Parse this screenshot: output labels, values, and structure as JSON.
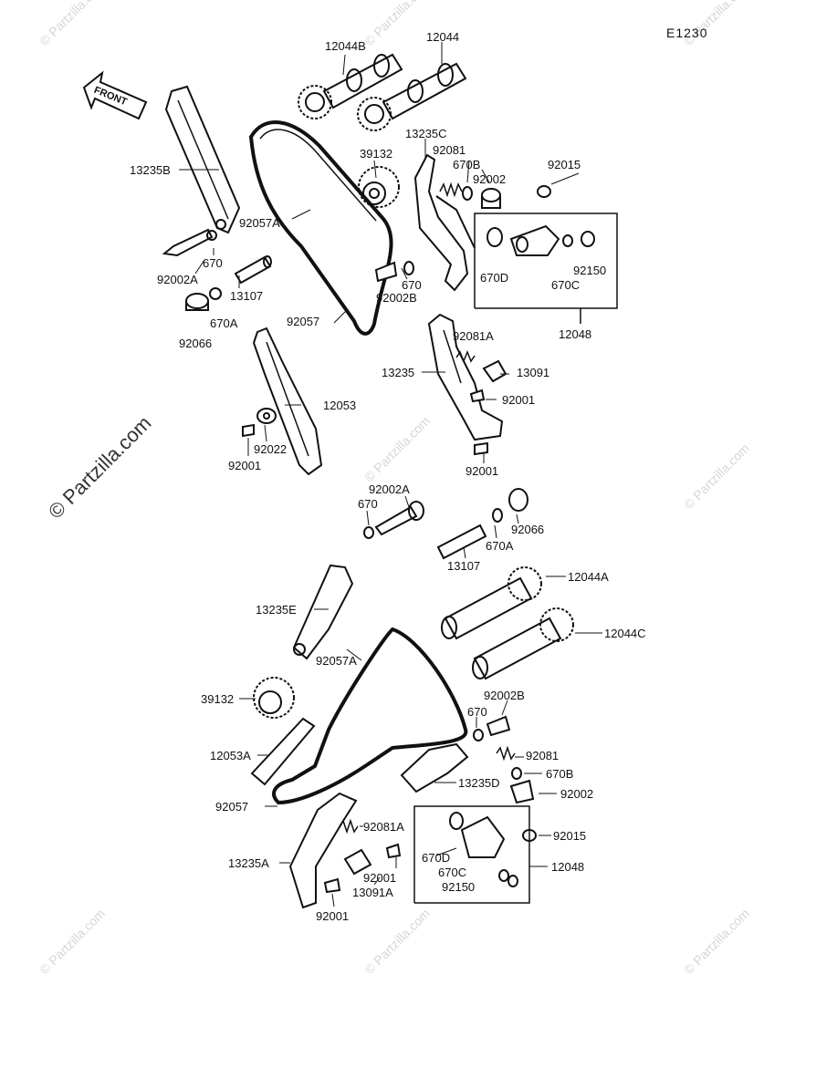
{
  "diagram": {
    "code": "E1230",
    "front_label": "FRONT",
    "watermark_text": "© Partzilla.com",
    "big_watermark_text": "© Partzilla.com",
    "labels": [
      {
        "id": "l-12044B",
        "text": "12044B"
      },
      {
        "id": "l-12044",
        "text": "12044"
      },
      {
        "id": "l-13235B",
        "text": "13235B"
      },
      {
        "id": "l-39132-top",
        "text": "39132"
      },
      {
        "id": "l-13235C",
        "text": "13235C"
      },
      {
        "id": "l-92081",
        "text": "92081"
      },
      {
        "id": "l-670B",
        "text": "670B"
      },
      {
        "id": "l-92002",
        "text": "92002"
      },
      {
        "id": "l-92015",
        "text": "92015"
      },
      {
        "id": "l-92057A-top",
        "text": "92057A"
      },
      {
        "id": "l-670-top",
        "text": "670"
      },
      {
        "id": "l-92002A-top",
        "text": "92002A"
      },
      {
        "id": "l-13107-top",
        "text": "13107"
      },
      {
        "id": "l-670A-top",
        "text": "670A"
      },
      {
        "id": "l-92066-top",
        "text": "92066"
      },
      {
        "id": "l-670-mid",
        "text": "670"
      },
      {
        "id": "l-92002B-top",
        "text": "92002B"
      },
      {
        "id": "l-92057-top",
        "text": "92057"
      },
      {
        "id": "l-670D-top",
        "text": "670D"
      },
      {
        "id": "l-92150-top",
        "text": "92150"
      },
      {
        "id": "l-670C-top",
        "text": "670C"
      },
      {
        "id": "l-12048-top",
        "text": "12048"
      },
      {
        "id": "l-92081A-top",
        "text": "92081A"
      },
      {
        "id": "l-13235",
        "text": "13235"
      },
      {
        "id": "l-13091",
        "text": "13091"
      },
      {
        "id": "l-92001-a",
        "text": "92001"
      },
      {
        "id": "l-12053",
        "text": "12053"
      },
      {
        "id": "l-92022",
        "text": "92022"
      },
      {
        "id": "l-92001-b",
        "text": "92001"
      },
      {
        "id": "l-92001-c",
        "text": "92001"
      },
      {
        "id": "l-92002A-bot",
        "text": "92002A"
      },
      {
        "id": "l-670-bot",
        "text": "670"
      },
      {
        "id": "l-92066-bot",
        "text": "92066"
      },
      {
        "id": "l-670A-bot",
        "text": "670A"
      },
      {
        "id": "l-13107-bot",
        "text": "13107"
      },
      {
        "id": "l-12044A",
        "text": "12044A"
      },
      {
        "id": "l-13235E",
        "text": "13235E"
      },
      {
        "id": "l-12044C",
        "text": "12044C"
      },
      {
        "id": "l-92057A-bot",
        "text": "92057A"
      },
      {
        "id": "l-39132-bot",
        "text": "39132"
      },
      {
        "id": "l-92002B-bot",
        "text": "92002B"
      },
      {
        "id": "l-670-bot2",
        "text": "670"
      },
      {
        "id": "l-12053A",
        "text": "12053A"
      },
      {
        "id": "l-92081-bot",
        "text": "92081"
      },
      {
        "id": "l-13235D",
        "text": "13235D"
      },
      {
        "id": "l-670B-bot",
        "text": "670B"
      },
      {
        "id": "l-92002-bot",
        "text": "92002"
      },
      {
        "id": "l-92057-bot",
        "text": "92057"
      },
      {
        "id": "l-92081A-bot",
        "text": "92081A"
      },
      {
        "id": "l-92015-bot",
        "text": "92015"
      },
      {
        "id": "l-670D-bot",
        "text": "670D"
      },
      {
        "id": "l-12048-bot",
        "text": "12048"
      },
      {
        "id": "l-13235A",
        "text": "13235A"
      },
      {
        "id": "l-92001-d",
        "text": "92001"
      },
      {
        "id": "l-670C-bot",
        "text": "670C"
      },
      {
        "id": "l-92150-bot",
        "text": "92150"
      },
      {
        "id": "l-13091A",
        "text": "13091A"
      },
      {
        "id": "l-92001-e",
        "text": "92001"
      }
    ]
  }
}
